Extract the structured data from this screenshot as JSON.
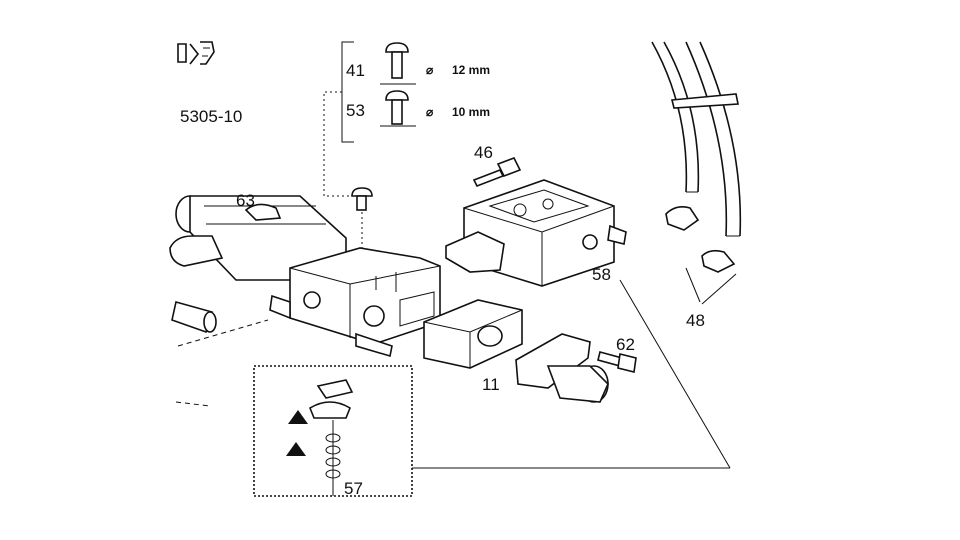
{
  "figure_code": "5305-10",
  "callouts": {
    "c41": "41",
    "c53": "53",
    "c46": "46",
    "c63": "63",
    "c58": "58",
    "c48": "48",
    "c62": "62",
    "c11": "11",
    "c57": "57"
  },
  "specs": {
    "s41": "12 mm",
    "s53": "10 mm",
    "diameter_symbol": "⌀"
  }
}
